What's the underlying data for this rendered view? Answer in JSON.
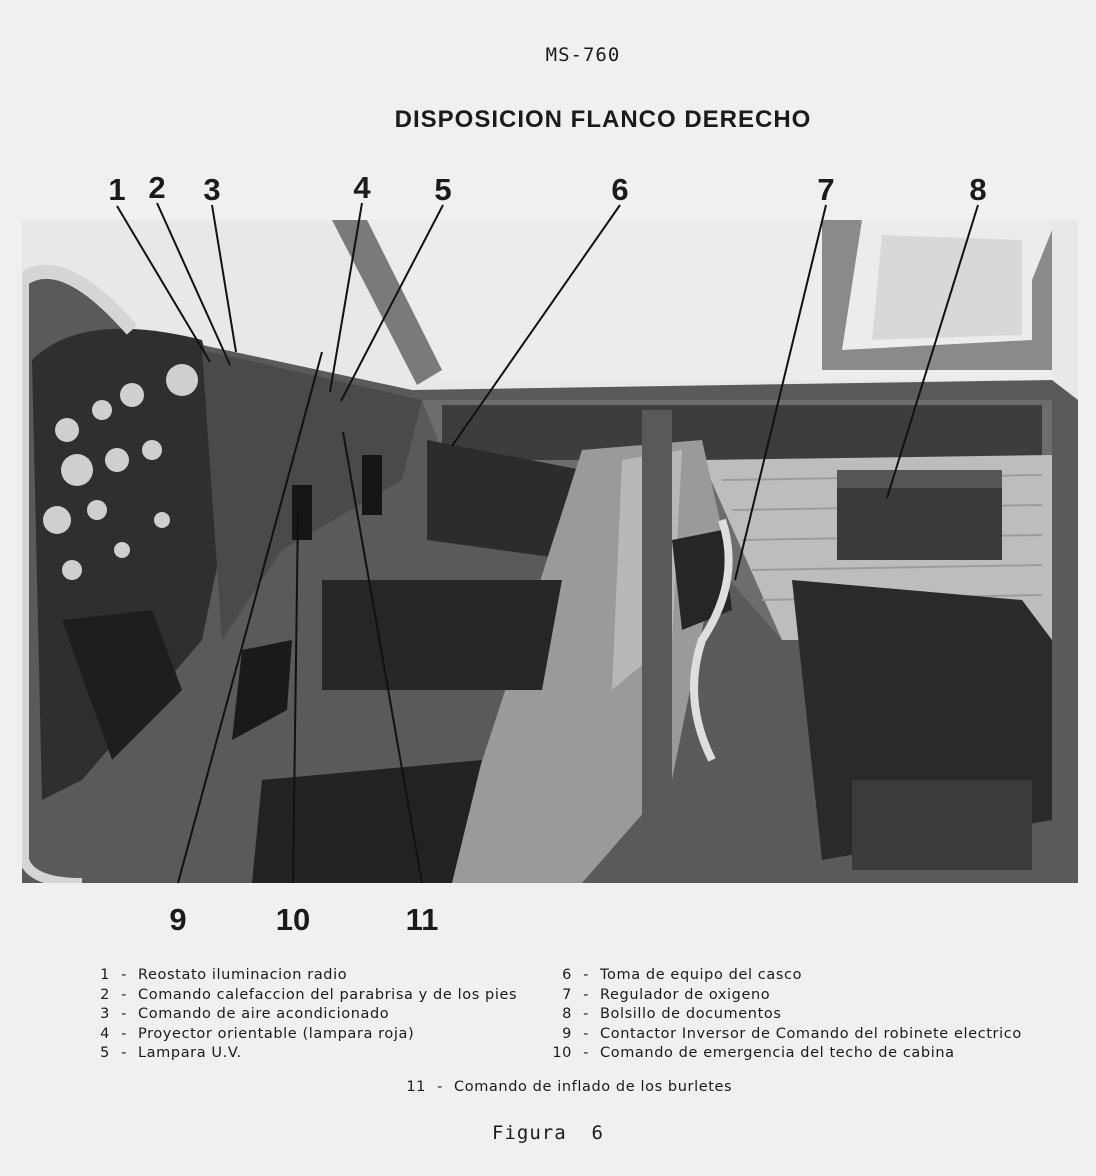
{
  "header": "MS-760",
  "title": "DISPOSICION FLANCO DERECHO",
  "callouts": [
    "1",
    "2",
    "3",
    "4",
    "5",
    "6",
    "7",
    "8",
    "9",
    "10",
    "11"
  ],
  "legend_left": [
    {
      "n": "1",
      "text": "Reostato iluminacion radio"
    },
    {
      "n": "2",
      "text": "Comando calefaccion del parabrisa y de los pies"
    },
    {
      "n": "3",
      "text": "Comando de aire acondicionado"
    },
    {
      "n": "4",
      "text": "Proyector orientable (lampara roja)"
    },
    {
      "n": "5",
      "text": "Lampara U.V."
    }
  ],
  "legend_right": [
    {
      "n": "6",
      "text": "Toma de equipo del casco"
    },
    {
      "n": "7",
      "text": "Regulador de oxigeno"
    },
    {
      "n": "8",
      "text": "Bolsillo de documentos"
    },
    {
      "n": "9",
      "text": "Contactor Inversor de Comando del robinete electrico"
    },
    {
      "n": "10",
      "text": "Comando de emergencia del techo de cabina"
    }
  ],
  "legend_bottom": {
    "n": "11",
    "text": "Comando de inflado de los burletes"
  },
  "legend_separator": "-",
  "caption": "Figura  6"
}
